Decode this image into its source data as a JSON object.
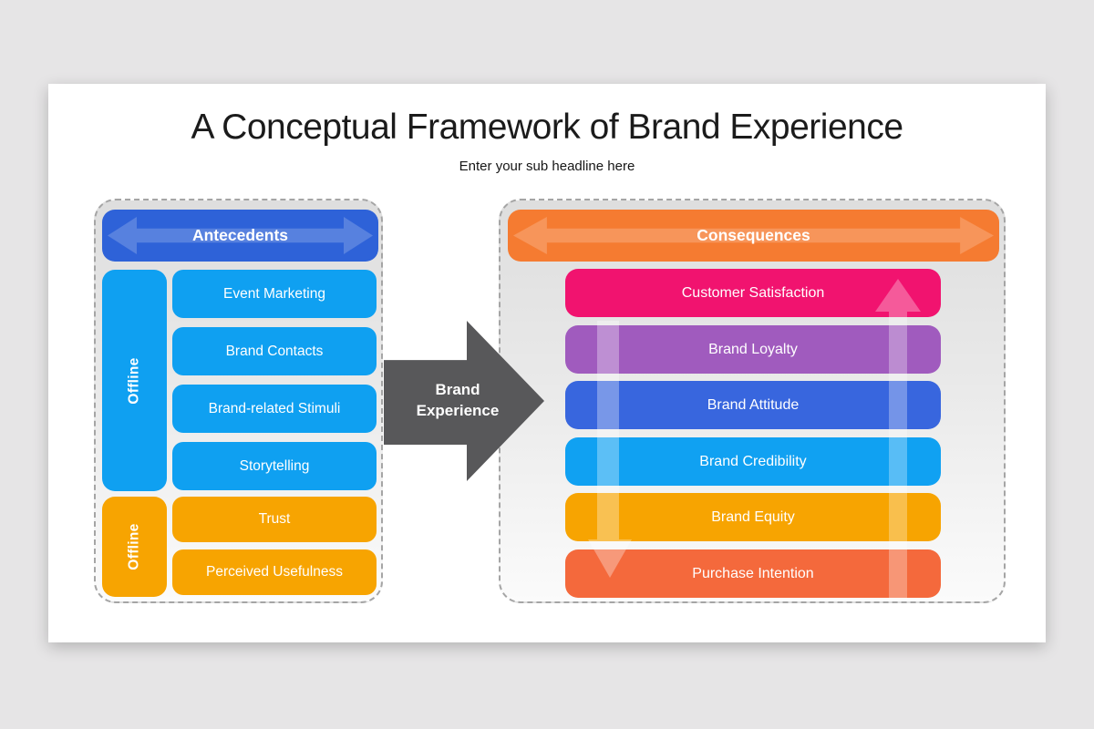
{
  "slide": {
    "title": "A Conceptual Framework of Brand Experience",
    "subtitle": "Enter your sub headline here"
  },
  "left_panel": {
    "header": {
      "label": "Antecedents",
      "color": "#2E62D8"
    },
    "groups": [
      {
        "side_label": "Offline",
        "color": "#0FA0F1",
        "items": [
          "Event Marketing",
          "Brand Contacts",
          "Brand-related Stimuli",
          "Storytelling"
        ]
      },
      {
        "side_label": "Offline",
        "color": "#F7A401",
        "items": [
          "Trust",
          "Perceived Usefulness"
        ]
      }
    ]
  },
  "center_arrow": {
    "label": "Brand Experience",
    "color": "#58585A"
  },
  "right_panel": {
    "header": {
      "label": "Consequences",
      "color": "#F57B31"
    },
    "items": [
      {
        "label": "Customer Satisfaction",
        "color": "#F1136F"
      },
      {
        "label": "Brand Loyalty",
        "color": "#A05BBE"
      },
      {
        "label": "Brand Attitude",
        "color": "#3866DE"
      },
      {
        "label": "Brand Credibility",
        "color": "#10A1F2"
      },
      {
        "label": "Brand Equity",
        "color": "#F7A401"
      },
      {
        "label": "Purchase Intention",
        "color": "#F4693C"
      }
    ],
    "flow_arrow_up": "upward-flow-arrow",
    "flow_arrow_down": "downward-flow-arrow"
  }
}
